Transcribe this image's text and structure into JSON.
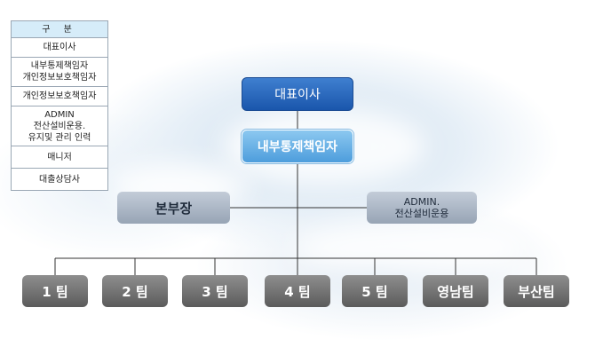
{
  "legend": {
    "header": "구 분",
    "rows": [
      {
        "lines": [
          "대표이사"
        ]
      },
      {
        "lines": [
          "내부통제책임자",
          "개인정보보호책임자"
        ]
      },
      {
        "lines": [
          "개인정보보호책임자"
        ]
      },
      {
        "lines": [
          "ADMIN",
          "전산설비운용.",
          "유지및 관리 인력"
        ]
      },
      {
        "lines": [
          "매니저"
        ]
      },
      {
        "lines": [
          "대출상담사"
        ]
      }
    ]
  },
  "chart": {
    "ceo": "대표이사",
    "audit": "내부통제책임자",
    "hq": "본부장",
    "admin_line1": "ADMIN.",
    "admin_line2": "전산설비운용",
    "teams": [
      "1 팀",
      "2 팀",
      "3 팀",
      "4 팀",
      "5 팀",
      "영남팀",
      "부산팀"
    ]
  },
  "colors": {
    "ceo": "#1a56ac",
    "audit": "#4d9ddc",
    "gray_box": "#97a4b5",
    "team_box": "#5b5b5b",
    "legend_header": "#d6ecf9"
  }
}
